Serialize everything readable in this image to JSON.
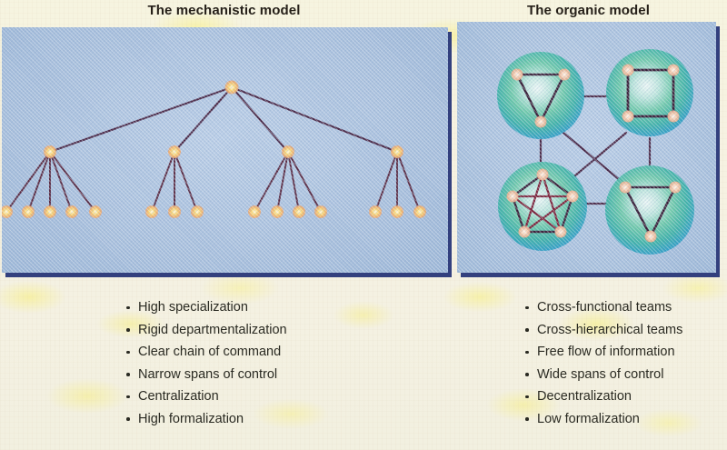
{
  "figure": {
    "left_panel": {
      "title": "The mechanistic model",
      "diagram_type": "hierarchical-tree",
      "bullets": [
        "High specialization",
        "Rigid departmentalization",
        "Clear chain of command",
        "Narrow spans of control",
        "Centralization",
        "High formalization"
      ]
    },
    "right_panel": {
      "title": "The organic model",
      "diagram_type": "network-clusters",
      "bullets": [
        "Cross-functional teams",
        "Cross-hierarchical teams",
        "Free flow of information",
        "Wide spans of control",
        "Decentralization",
        "Low formalization"
      ]
    }
  },
  "chart_data": {
    "type": "diagram",
    "title": "Mechanistic versus Organic Models",
    "mechanistic_tree": {
      "description": "Single root node branching to four managers, each with a narrow span of subordinates.",
      "levels": 3,
      "root_count": 1,
      "branch_count": 4,
      "leaf_counts_per_branch": [
        5,
        3,
        4,
        3
      ],
      "total_leaves": 15,
      "node_color": "#f6c247",
      "edge_color": "#4a2745"
    },
    "organic_clusters": {
      "description": "Four self-managed team clusters interlinked by cross-functional ties.",
      "cluster_count": 4,
      "clusters": [
        {
          "name": "top-left",
          "shape": "triangle",
          "nodes": 3,
          "internal_edges": 3,
          "mesh": "ring"
        },
        {
          "name": "top-right",
          "shape": "square",
          "nodes": 4,
          "internal_edges": 4,
          "mesh": "ring"
        },
        {
          "name": "bottom-left",
          "shape": "pentagon",
          "nodes": 5,
          "internal_edges": 10,
          "mesh": "complete"
        },
        {
          "name": "bottom-right",
          "shape": "triangle",
          "nodes": 3,
          "internal_edges": 3,
          "mesh": "ring"
        }
      ],
      "inter_cluster_links": [
        "top-left to top-right",
        "top-left to bottom-left",
        "top-right to bottom-right",
        "bottom-left to bottom-right",
        "top-left to bottom-right (diagonal)",
        "top-right to bottom-left (diagonal)"
      ],
      "node_color": "#f6c0a0",
      "edge_color": "#4a2745",
      "cluster_fill": "#3fae9b"
    }
  },
  "colors": {
    "paper": "#f5f3e0",
    "panel_blue": "#abc2de",
    "panel_shadow": "#33407e",
    "text": "#2a2a22",
    "node_gold": "#f6c247",
    "edge_plum": "#4a2745"
  }
}
